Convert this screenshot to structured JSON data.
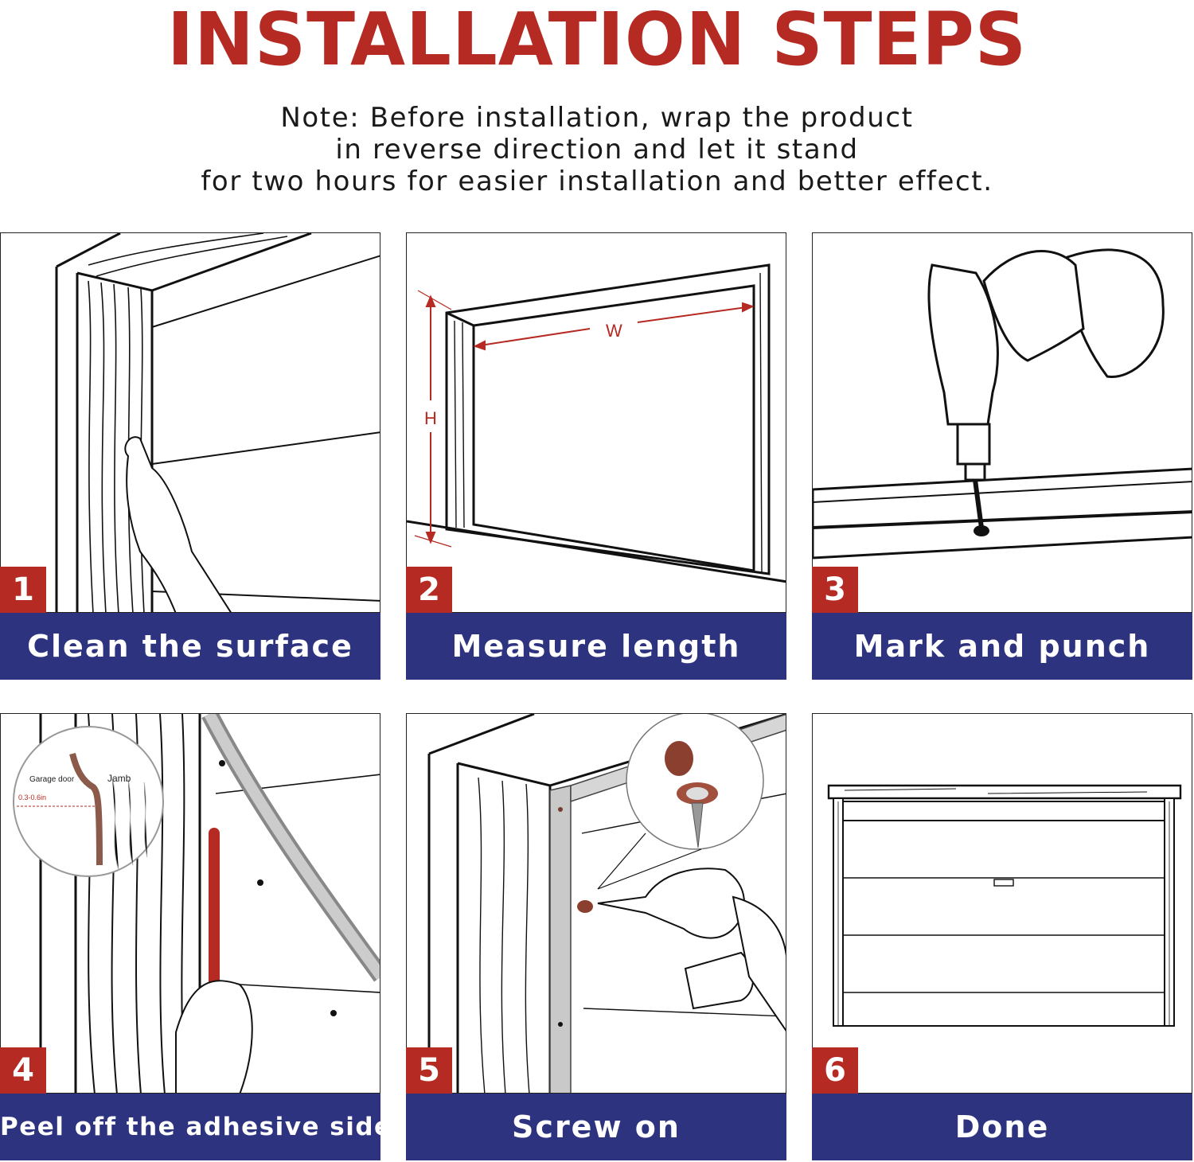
{
  "colors": {
    "accent": "#b52a22",
    "navy": "#2e3380"
  },
  "title": "INSTALLATION STEPS",
  "note": {
    "line1": "Note: Before installation, wrap the product",
    "line2": "in reverse direction and let it stand",
    "line3": "for two hours for easier installation and better effect."
  },
  "steps": [
    {
      "number": "1",
      "caption": "Clean the surface"
    },
    {
      "number": "2",
      "caption": "Measure length"
    },
    {
      "number": "3",
      "caption": "Mark and punch"
    },
    {
      "number": "4",
      "caption": "Peel off the adhesive side"
    },
    {
      "number": "5",
      "caption": "Screw on"
    },
    {
      "number": "6",
      "caption": "Done"
    }
  ],
  "labels": {
    "width": "W",
    "height": "H",
    "garage_door": "Garage door",
    "jamb": "Jamb",
    "gap": "0.3-0.6in"
  },
  "icons": [
    "wood-frame",
    "hand-icon",
    "drill-icon",
    "screw-icon",
    "garage-door-icon"
  ]
}
